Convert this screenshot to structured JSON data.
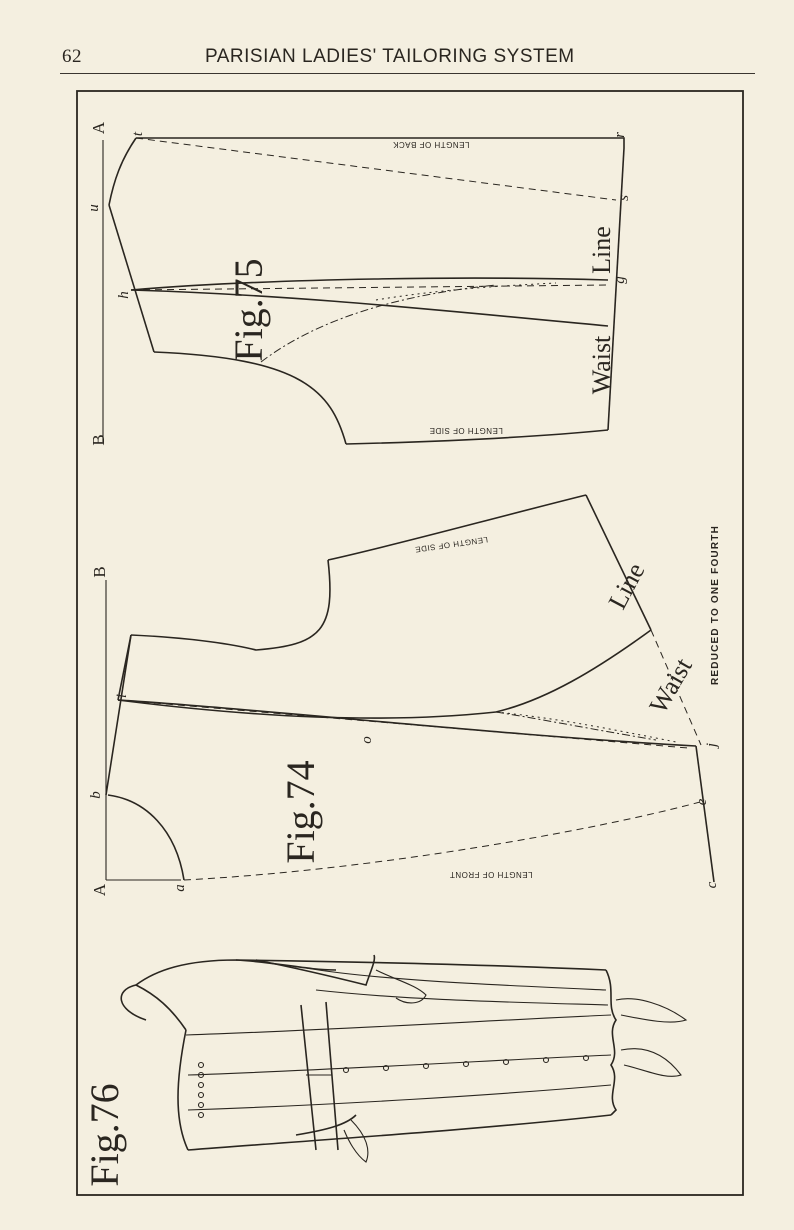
{
  "header": {
    "page_number": "62",
    "running_title": "PARISIAN LADIES' TAILORING SYSTEM"
  },
  "plate": {
    "note": "REDUCED TO ONE FOURTH",
    "fig75": {
      "title": "Fig.75",
      "waist_label": "Waist",
      "line_label": "Line",
      "length_back": "LENGTH OF BACK",
      "length_side": "LENGTH OF SIDE",
      "points": {
        "A": "A",
        "t": "t",
        "u": "u",
        "h": "h",
        "B": "B",
        "r": "r",
        "s": "s",
        "g": "g"
      }
    },
    "fig74": {
      "title": "Fig.74",
      "waist_label": "Waist",
      "line_label": "Line",
      "length_side": "LENGTH OF SIDE",
      "length_front": "LENGTH OF FRONT",
      "points": {
        "B": "B",
        "A": "A",
        "i": "i",
        "b": "b",
        "a": "a",
        "o": "o",
        "j": "j",
        "e": "e",
        "c": "c"
      }
    },
    "fig76": {
      "title": "Fig.76"
    }
  }
}
